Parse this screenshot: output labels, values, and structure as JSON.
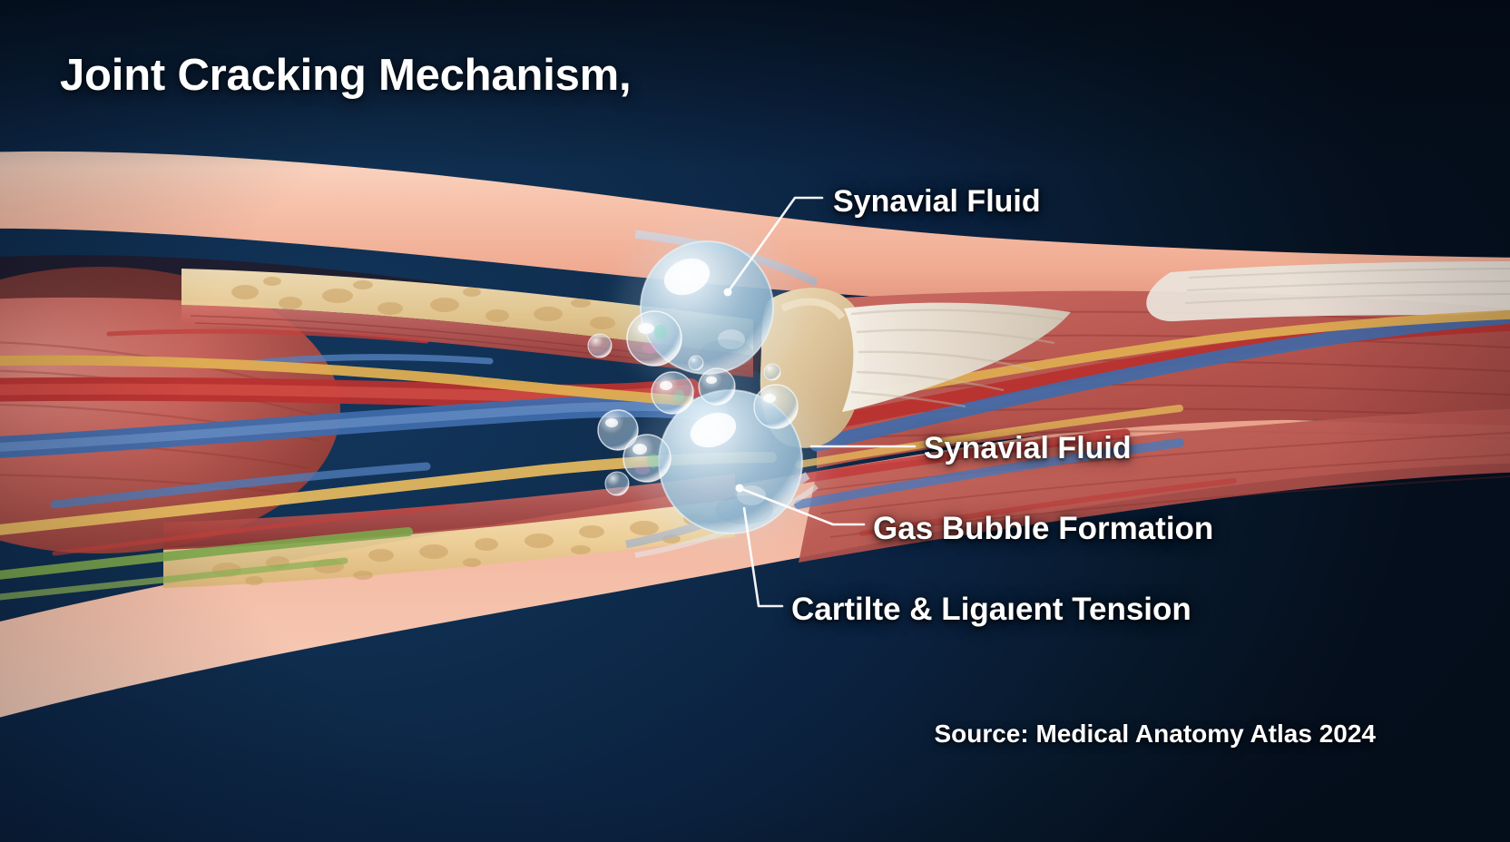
{
  "meta": {
    "kind": "anatomical-illustration",
    "subject": "Joint cracking mechanism cross-section of elbow joint"
  },
  "header": {
    "title": "Joint Cracking Mechanism,"
  },
  "footer": {
    "source": "Source: Medical Anatomy Atlas 2024"
  },
  "callouts": [
    {
      "id": "synovial-fluid-upper",
      "label": "Synavial Fluid",
      "target": "upper large gas bubble in joint capsule"
    },
    {
      "id": "synovial-fluid-lower",
      "label": "Synavial Fluid",
      "target": "joint capsule fluid space right of bubbles"
    },
    {
      "id": "gas-bubble-formation",
      "label": "Gas Bubble Formation",
      "target": "lower large gas bubble"
    },
    {
      "id": "cartilage-ligament-tension",
      "label": "Cartilte & Ligaıent Tension",
      "target": "cartilage and ligament region below joint"
    }
  ],
  "colors": {
    "background_deep": "#071729",
    "background_mid": "#0f2d4e",
    "background_light": "#12365c",
    "text": "#ffffff",
    "skin": "#f2b39c",
    "skin_light": "#f8cbb6",
    "muscle": "#c9625c",
    "muscle_deep": "#a8433f",
    "fat_layer": "#f0d9a8",
    "bone": "#ddc49a",
    "tendon": "#ece6dc",
    "artery": "#d0393a",
    "vein": "#5b86c4",
    "nerve_yellow": "#e6b95e",
    "nerve_green": "#7ea64a",
    "bubble": "#b9d4e6",
    "leader_line": "#ffffff"
  }
}
